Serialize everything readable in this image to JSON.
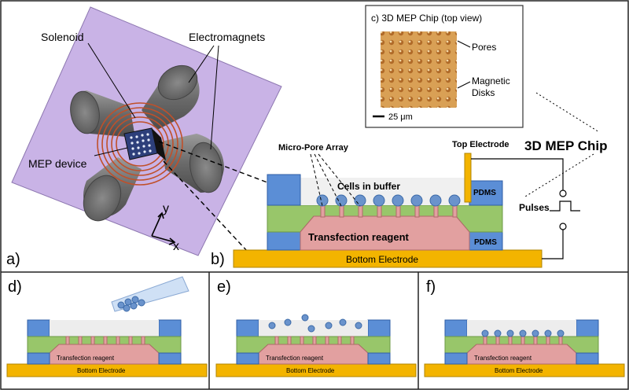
{
  "panel_a": {
    "letter": "a)",
    "label_solenoid": "Solenoid",
    "label_electromagnets": "Electromagnets",
    "label_mep_device": "MEP device",
    "axis_y": "y",
    "axis_x": "x"
  },
  "panel_b": {
    "letter": "b)",
    "label_micropore": "Micro-Pore Array",
    "label_top_electrode": "Top Electrode",
    "label_cells": "Cells in buffer",
    "label_pdms_top": "PDMS",
    "label_pdms_bottom": "PDMS",
    "label_pulses": "Pulses",
    "label_transfection": "Transfection reagent",
    "label_bottom_electrode": "Bottom Electrode",
    "label_chip": "3D MEP Chip"
  },
  "panel_c": {
    "title": "c) 3D MEP Chip (top view)",
    "label_pores": "Pores",
    "label_magnetic_line1": "Magnetic",
    "label_magnetic_line2": "Disks",
    "scale_bar": "25 μm"
  },
  "panel_d": {
    "letter": "d)",
    "transfection": "Transfection reagent",
    "bottom": "Bottom Electrode"
  },
  "panel_e": {
    "letter": "e)",
    "transfection": "Transfection reagent",
    "bottom": "Bottom Electrode"
  },
  "panel_f": {
    "letter": "f)",
    "transfection": "Transfection reagent",
    "bottom": "Bottom Electrode"
  },
  "colors": {
    "purple_plate": "#c9b3e6",
    "magnet_gray": "#6e6e6e",
    "coil_orange": "#c0502a",
    "pdms_blue": "#5b8ed6",
    "green_layer": "#98c66a",
    "reagent_pink": "#e2a0a0",
    "electrode_gold": "#f3b400",
    "cell_blue": "#6a93cc",
    "chip_orange": "#d49a4a"
  }
}
